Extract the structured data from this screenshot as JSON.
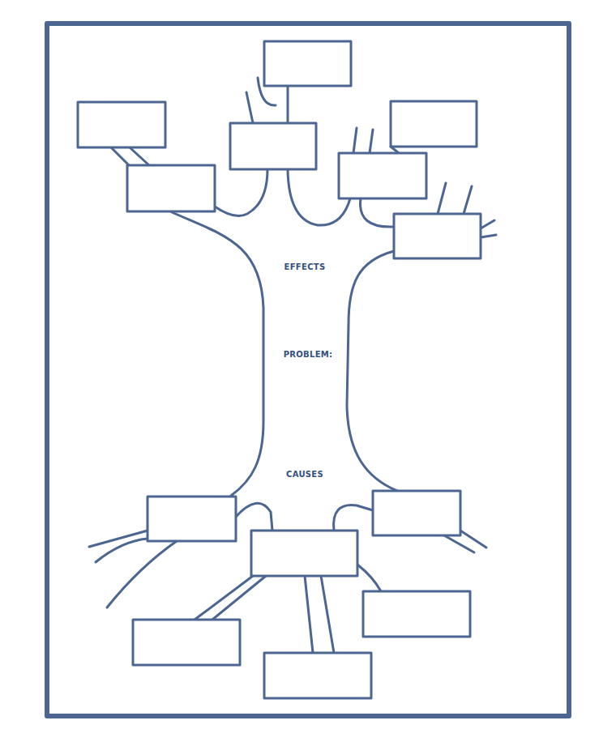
{
  "diagram": {
    "labels": [
      "EFFECTS",
      "PROBLEM:",
      "CAUSES"
    ]
  }
}
